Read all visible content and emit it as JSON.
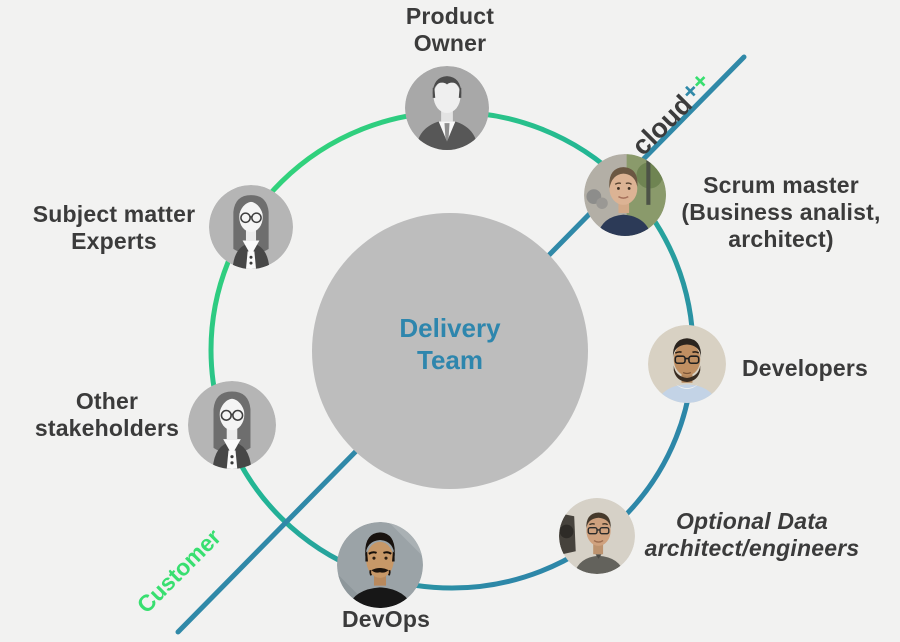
{
  "title": "Delivery team diagram",
  "colors": {
    "bg": "#f2f2f1",
    "green": "#38df70",
    "ring-mid": "#22b595",
    "ring-teal": "#2d87a8",
    "line-teal": "#3089a8",
    "text-dark": "#3b3b3b",
    "center-gray": "#bdbdbd",
    "center-text": "#2e86ad"
  },
  "center": {
    "line1": "Delivery",
    "line2": "Team"
  },
  "labels": {
    "product_owner": {
      "line1": "Product",
      "line2": "Owner"
    },
    "scrum_master": {
      "line1": "Scrum master",
      "line2": "(Business analist,",
      "line3": "architect)"
    },
    "developers": {
      "line1": "Developers"
    },
    "data_architect": {
      "line1": "Optional Data",
      "line2": "architect/engineers"
    },
    "devops": {
      "line1": "DevOps"
    },
    "other_stakeholders": {
      "line1": "Other",
      "line2": "stakeholders"
    },
    "subject_matter": {
      "line1": "Subject matter",
      "line2": "Experts"
    },
    "customer": "Customer",
    "logo": {
      "word": "cloud",
      "plus_teal": "+",
      "plus_green": "+"
    }
  },
  "avatars": [
    {
      "role": "product-owner",
      "icon": "businessman-icon"
    },
    {
      "role": "scrum-master",
      "icon": "man-photo"
    },
    {
      "role": "developers",
      "icon": "man-photo"
    },
    {
      "role": "data-architect",
      "icon": "man-photo"
    },
    {
      "role": "devops",
      "icon": "man-photo"
    },
    {
      "role": "other-stakeholders",
      "icon": "businesswoman-icon"
    },
    {
      "role": "subject-matter-experts",
      "icon": "businesswoman-icon"
    }
  ]
}
